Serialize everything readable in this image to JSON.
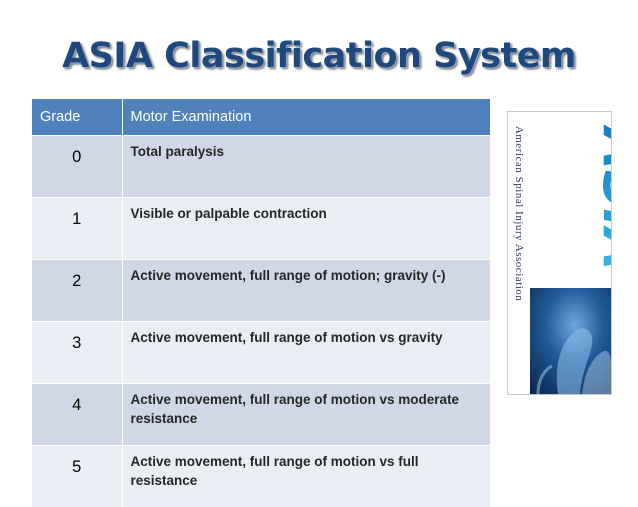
{
  "title": "ASIA Classification System",
  "table": {
    "headers": [
      "Grade",
      "Motor  Examination"
    ],
    "rows": [
      {
        "grade": "0",
        "description": "Total paralysis"
      },
      {
        "grade": "1",
        "description": "Visible or palpable contraction"
      },
      {
        "grade": "2",
        "description": "Active movement, full range of motion; gravity (-)"
      },
      {
        "grade": "3",
        "description": "Active movement, full range of motion vs gravity"
      },
      {
        "grade": "4",
        "description": "Active movement, full range of motion vs moderate resistance"
      },
      {
        "grade": "5",
        "description": "Active movement, full range of motion vs full resistance"
      }
    ]
  },
  "logo": {
    "wordmark": "ASIA",
    "org_name": "American Spinal Injury Association",
    "colors": {
      "wordmark": "#1e9fd8",
      "hand": "#174a80",
      "text": "#2a3b5f"
    }
  },
  "colors": {
    "title": "#1f497d",
    "header_bg": "#4f81bd",
    "row_light": "#e9edf4",
    "row_dark": "#d0d8e8"
  }
}
